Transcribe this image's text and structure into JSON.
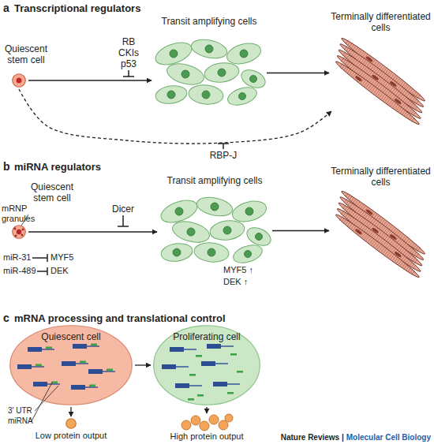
{
  "diagram": {
    "nodes": [
      {
        "text": [
          "Quiescent stem cell"
        ]
      },
      {
        "text": [
          "Transit amplifying cells"
        ]
      },
      {
        "text": [
          "Terminally differentiated cells"
        ]
      },
      {
        "text": [
          "Quiescent stem cell"
        ]
      },
      {
        "text": [
          "Transit amplifying cells"
        ]
      },
      {
        "text": [
          "Terminally differentiated cells"
        ]
      },
      {
        "text": [
          "Quiescent cell"
        ]
      },
      {
        "text": [
          "Proliferating cell"
        ]
      },
      {
        "text": [
          "Low protein output"
        ]
      },
      {
        "text": [
          "High protein output"
        ]
      }
    ],
    "edges": [
      {
        "from": 0,
        "to": 1,
        "arrow": "to",
        "label": "RB CKIs p53"
      },
      {
        "from": 1,
        "to": 2,
        "arrow": "to"
      },
      {
        "from": 0,
        "to": 2,
        "arrow": "to",
        "label": "RBP-J"
      },
      {
        "from": 3,
        "to": 4,
        "arrow": "to",
        "label": "Dicer"
      },
      {
        "from": 4,
        "to": 5,
        "arrow": "to"
      },
      {
        "from": 6,
        "to": 7,
        "arrow": "to"
      },
      {
        "from": 6,
        "to": 8,
        "arrow": "to"
      },
      {
        "from": 7,
        "to": 9,
        "arrow": "to"
      }
    ],
    "labels": [
      "a",
      "Transcriptional regulators",
      "b",
      "miRNA regulators",
      "mRNP granules",
      "miR-31",
      "MYF5",
      "miR-489",
      "DEK",
      "MYF5 ↑",
      "DEK ↑",
      "c",
      "mRNA processing and translational control",
      "3′ UTR",
      "miRNA",
      "Nature Reviews |",
      "Molecular Cell Biology"
    ]
  }
}
